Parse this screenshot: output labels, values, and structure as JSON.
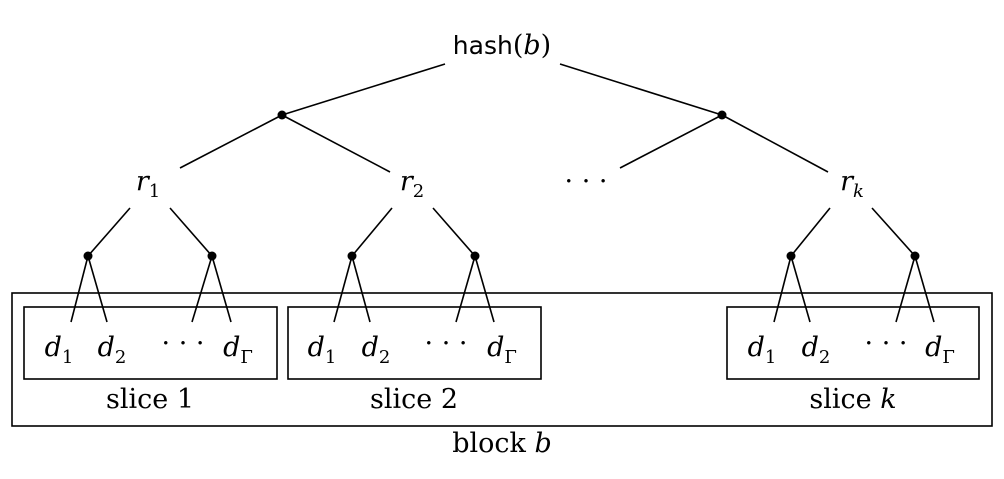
{
  "root": {
    "fn": "hash",
    "arg": "b"
  },
  "roots": [
    {
      "letter": "r",
      "sub": "1"
    },
    {
      "letter": "r",
      "sub": "2"
    },
    {
      "letter": "r",
      "sub": "k"
    }
  ],
  "mid_ellipsis": "· · ·",
  "leaves": {
    "d1": {
      "letter": "d",
      "sub": "1"
    },
    "d2": {
      "letter": "d",
      "sub": "2"
    },
    "ellipsis": "· · ·",
    "dG": {
      "letter": "d",
      "sub": "Γ"
    }
  },
  "slices": [
    {
      "word": "slice",
      "num": "1"
    },
    {
      "word": "slice",
      "num": "2"
    },
    {
      "word": "slice",
      "num": "k"
    }
  ],
  "block": {
    "word": "block",
    "var": "b"
  }
}
